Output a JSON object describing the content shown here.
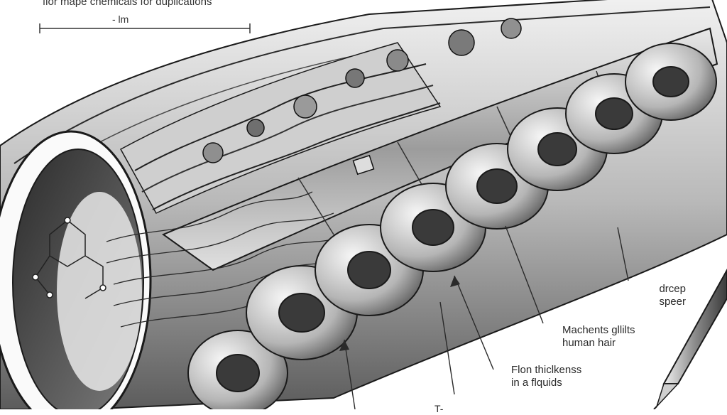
{
  "labels": {
    "top_caption": "flor mape chemicals for duplications",
    "scale_label": "- lm",
    "right_label_line1": "drcep",
    "right_label_line2": "speer",
    "mid_label_line1": "Machents gllilts",
    "mid_label_line2": "human hair",
    "lower_label_line1": "Flon thiclkenss",
    "lower_label_line2": "in a flquids",
    "bottom_label": "T-"
  },
  "colors": {
    "ink": "#1a1a1a",
    "shade_dark": "#3a3a3a",
    "shade_mid": "#8a8a8a",
    "shade_light": "#d6d6d6",
    "paper": "#ffffff"
  },
  "icons": [
    "pen-icon",
    "molecule-icon",
    "arrow-icon"
  ]
}
